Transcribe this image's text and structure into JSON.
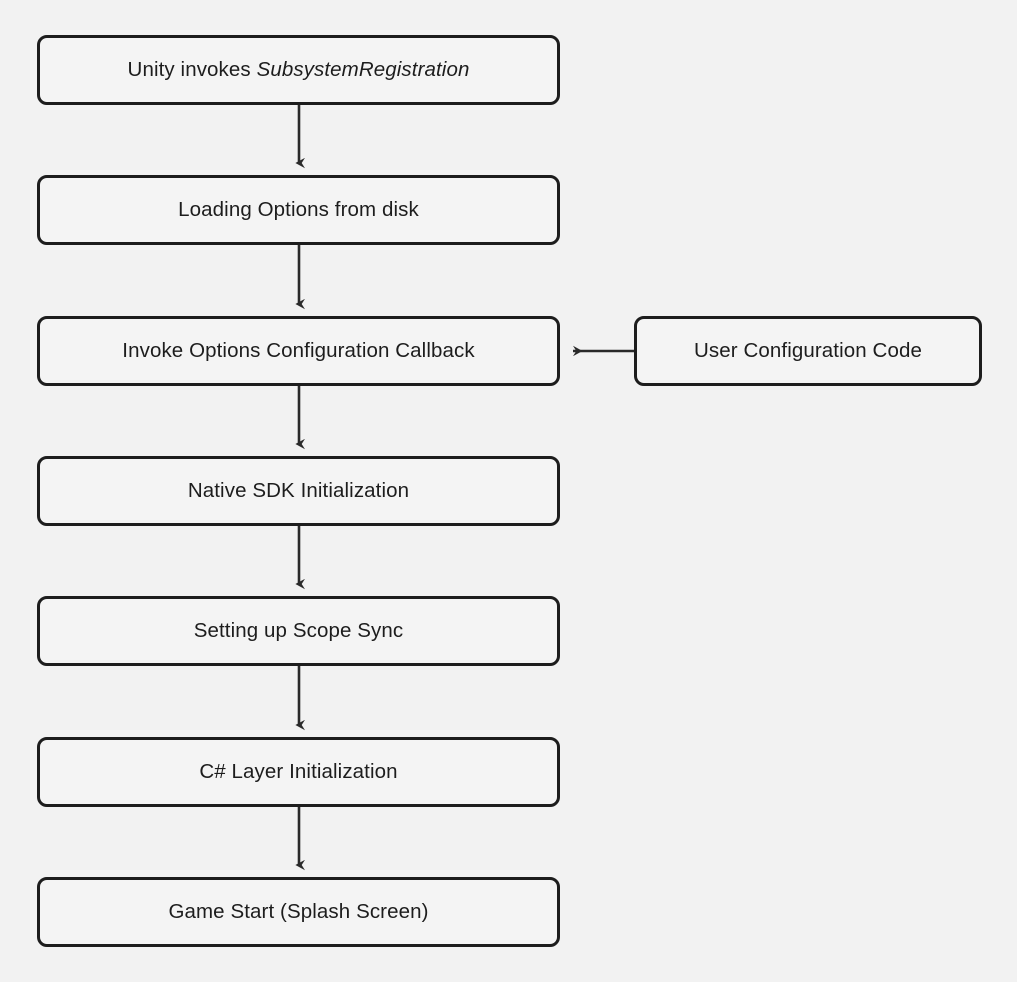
{
  "diagram": {
    "type": "flowchart",
    "direction": "top-to-bottom",
    "background_color": "#f2f2f2",
    "node_fill_color": "#f4f4f4",
    "node_border_color": "#1d1d1d",
    "edge_color": "#1d1d1d",
    "text_color": "#1d1d1d",
    "nodes": [
      {
        "id": "subsystem-registration",
        "label_prefix": "Unity invokes ",
        "label_emphasis": "SubsystemRegistration",
        "label": "Unity invokes SubsystemRegistration"
      },
      {
        "id": "loading-options",
        "label": "Loading Options from disk"
      },
      {
        "id": "invoke-options-callback",
        "label": "Invoke Options Configuration Callback"
      },
      {
        "id": "native-sdk-init",
        "label": "Native SDK Initialization"
      },
      {
        "id": "scope-sync",
        "label": "Setting up Scope Sync"
      },
      {
        "id": "csharp-layer-init",
        "label": "C# Layer Initialization"
      },
      {
        "id": "game-start",
        "label": "Game Start (Splash Screen)"
      },
      {
        "id": "user-configuration-code",
        "label": "User Configuration Code"
      }
    ],
    "edges": [
      {
        "from": "subsystem-registration",
        "to": "loading-options",
        "direction": "down"
      },
      {
        "from": "loading-options",
        "to": "invoke-options-callback",
        "direction": "down"
      },
      {
        "from": "invoke-options-callback",
        "to": "native-sdk-init",
        "direction": "down"
      },
      {
        "from": "native-sdk-init",
        "to": "scope-sync",
        "direction": "down"
      },
      {
        "from": "scope-sync",
        "to": "csharp-layer-init",
        "direction": "down"
      },
      {
        "from": "csharp-layer-init",
        "to": "game-start",
        "direction": "down"
      },
      {
        "from": "user-configuration-code",
        "to": "invoke-options-callback",
        "direction": "left"
      }
    ]
  }
}
